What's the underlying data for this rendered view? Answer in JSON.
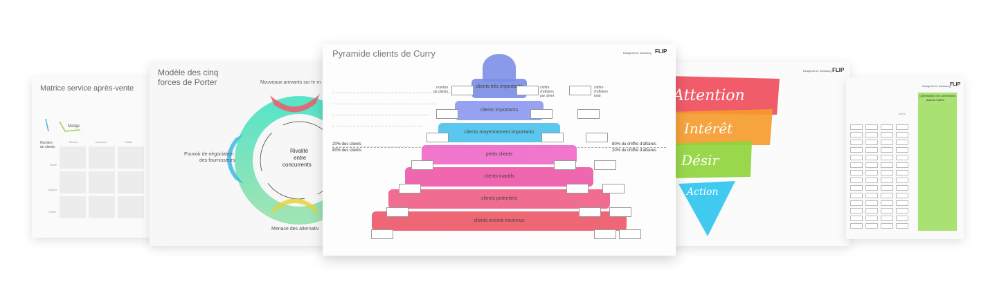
{
  "sheet_matrix": {
    "title": "Matrice service après-vente",
    "marge": "Marge",
    "nombre_clients": "Nombre de clients",
    "cols": [
      "Élevée",
      "Moyenne",
      "Faible"
    ],
    "rows": [
      "Élevé",
      "Moyen",
      "Faible"
    ]
  },
  "sheet_porter": {
    "title_line1": "Modèle des cinq",
    "title_line2": "forces de Porter",
    "top_label": "Nouveaux arrivants sur le m",
    "left_label_1": "Pouvoir de négociation",
    "left_label_2": "des fournisseurs",
    "center_1": "Rivalité",
    "center_2": "entre",
    "center_3": "concurrents",
    "bottom_label": "Menace des alternativ"
  },
  "sheet_pyramid": {
    "title": "Pyramide clients de Curry",
    "brand": "Designed for Samsung",
    "brand_logo": "FLIP",
    "col_nombre": [
      "nombre",
      "de clients"
    ],
    "col_chiffre_client": [
      "chiffre",
      "d'affaires",
      "par client"
    ],
    "col_chiffre_total": [
      "chiffre",
      "d'affaires",
      "total"
    ],
    "left_20": "20% des clients",
    "left_80": "80% des clients",
    "right_80": "80% du chiffre d'affaires",
    "right_20": "20% du chiffre d'affaires",
    "bands": [
      {
        "label": "clients très importants",
        "color": "#7b8fe6"
      },
      {
        "label": "clients importants",
        "color": "#8e9bf0"
      },
      {
        "label": "clients moyennement importants",
        "color": "#4ec3ee"
      },
      {
        "label": "petits clients",
        "color": "#f06ac8"
      },
      {
        "label": "clients inactifs",
        "color": "#ee5aa8"
      },
      {
        "label": "clients potentiels",
        "color": "#f06088"
      },
      {
        "label": "clients encore inconnus",
        "color": "#ee5a6a"
      }
    ]
  },
  "sheet_aida": {
    "brand": "Designed for Samsung",
    "brand_logo": "FLIP",
    "words": [
      "Attention",
      "Intérêt",
      "Désir",
      "Action"
    ]
  },
  "sheet_grid": {
    "brand": "Designed for Samsung",
    "brand_logo": "FLIP",
    "green_label_1": "Optimisation des conversions",
    "green_label_2": "actions / idées",
    "small_label": "Idées"
  }
}
